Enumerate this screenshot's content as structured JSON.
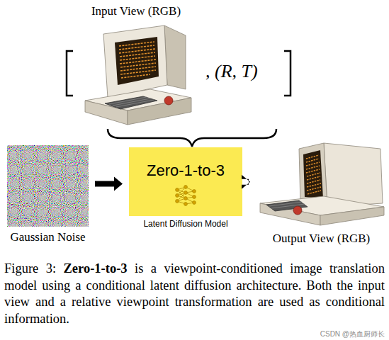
{
  "diagram": {
    "caption": "Figure 3: Zero-1-to-3 is a viewpoint-conditioned image translation model using a conditional latent diffusion architecture. Both the input view and a relative viewpoint transformation are used as conditional information.",
    "nodes": [
      {
        "text": [
          "Input View (RGB)"
        ]
      },
      {
        "text": [
          "Gaussian Noise"
        ]
      },
      {
        "text": [
          "Zero-1-to-3",
          "Latent Diffusion Model"
        ]
      },
      {
        "text": [
          "Output View (RGB)"
        ]
      }
    ],
    "edges": [
      {
        "from": 1,
        "to": 2,
        "arrow": "to"
      },
      {
        "from": 2,
        "to": 3,
        "arrow": "to"
      }
    ],
    "labels": [
      ", (R, T)",
      "CSDN @热血厨师长"
    ]
  }
}
